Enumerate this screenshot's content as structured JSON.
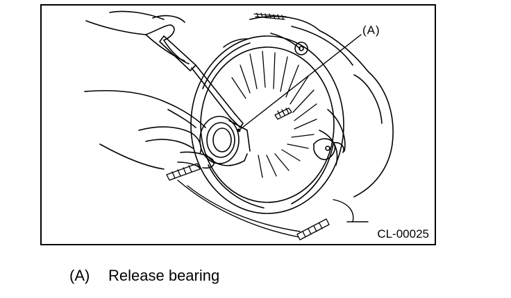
{
  "figure": {
    "callout_label": "(A)",
    "figure_code": "CL-00025"
  },
  "legend": {
    "key": "(A)",
    "description": "Release bearing"
  }
}
